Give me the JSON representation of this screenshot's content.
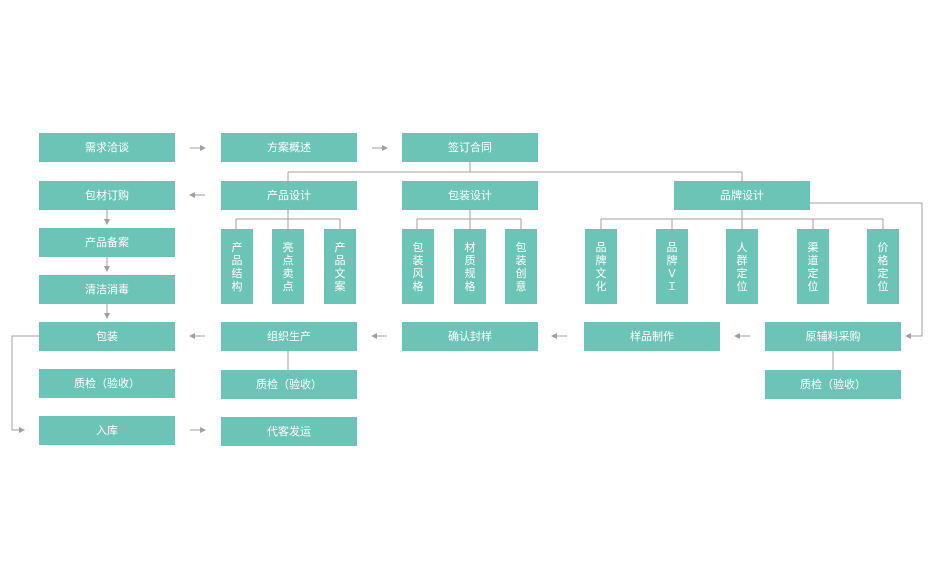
{
  "colors": {
    "box_fill": "#6cc4b6",
    "box_text": "#ffffff",
    "line": "#a0a0a0"
  },
  "nodes": {
    "demand": "需求洽谈",
    "plan": "方案概述",
    "contract": "签订合同",
    "purchase": "包材订购",
    "product_design": "产品设计",
    "pack_design": "包装设计",
    "brand_design": "品牌设计",
    "prepare": "产品备案",
    "clean": "清洁消毒",
    "pack": "包装",
    "qc1": "质检（验收）",
    "storage": "入库",
    "organize": "组织生产",
    "qc2": "质检（验收）",
    "delivery": "代客发运",
    "confirm": "确认封样",
    "sample": "样品制作",
    "material": "原辅料采购",
    "qc3": "质检（验收）",
    "pd1": "产品结构",
    "pd2": "亮点卖点",
    "pd3": "产品文案",
    "pk1": "包装风格",
    "pk2": "材质规格",
    "pk3": "包装创意",
    "bd1": "品牌文化",
    "bd2": "品牌ＶＩ",
    "bd3": "人群定位",
    "bd4": "渠道定位",
    "bd5": "价格定位"
  }
}
